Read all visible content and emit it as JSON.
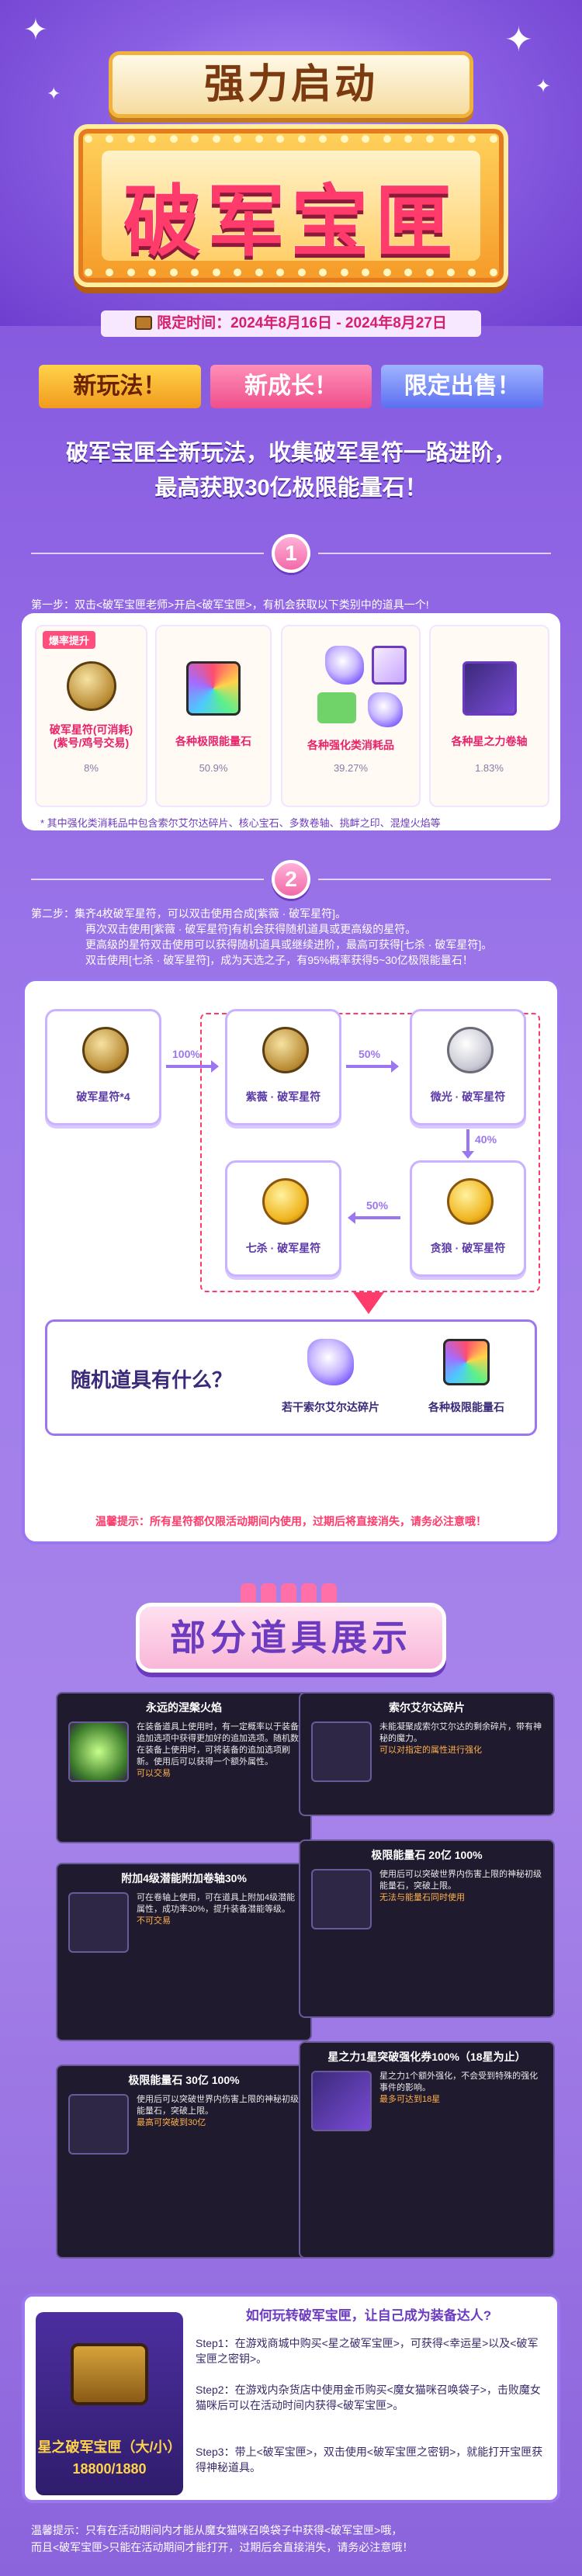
{
  "hero": {
    "subtitle": "强力启动",
    "title": "破军宝匣",
    "date": "限定时间：2024年8月16日 - 2024年8月27日"
  },
  "tags": [
    "新玩法！",
    "新成长！",
    "限定出售！"
  ],
  "intro": {
    "line1": "破军宝匣全新玩法，收集破军星符一路进阶，",
    "line2": "最高获取30亿极限能量石！"
  },
  "step1": {
    "num": "1",
    "text": "第一步：双击<破军宝匣老师>开启<破军宝匣>，有机会获取以下类别中的道具一个!",
    "ribbon": "爆率提升",
    "cards": [
      {
        "name": "破军星符(可消耗)\n(紫号/鸡号交易)",
        "pct": "8%"
      },
      {
        "name": "各种极限能量石",
        "pct": "50.9%"
      },
      {
        "name": "各种强化类消耗品",
        "pct": "39.27%"
      },
      {
        "name": "各种星之力卷轴",
        "pct": "1.83%"
      }
    ],
    "note": "* 其中强化类消耗品中包含索尔艾尔达碎片、核心宝石、多数卷轴、挑衅之印、混煌火焰等"
  },
  "step2": {
    "num": "2",
    "text1": "第二步：集齐4枚破军星符，可以双击使用合成[紫薇 · 破军星符]。",
    "text2": "再次双击使用[紫薇 · 破军星符]有机会获得随机道具或更高级的星符。",
    "text3": "更高级的星符双击使用可以获得随机道具或继续进阶，最高可获得[七杀 · 破军星符]。",
    "text4": "双击使用[七杀 · 破军星符]，成为天选之子，有95%概率获得5~30亿极限能量石！",
    "nodes": [
      "破军星符*4",
      "紫薇 · 破军星符",
      "微光 · 破军星符",
      "贪狼 · 破军星符",
      "七杀 · 破军星符"
    ],
    "rates": [
      "100%",
      "50%",
      "40%",
      "50%"
    ],
    "random_title": "随机道具有什么？",
    "random_items": [
      "若干索尔艾尔达碎片",
      "各种极限能量石"
    ],
    "warning": "温馨提示：所有星符都仅限活动期间内使用，过期后将直接消失，请务必注意哦！"
  },
  "section_title": "部分道具展示",
  "items": [
    {
      "title": "永远的涅槃火焰",
      "desc": "在装备道具上使用时，有一定概率以于装备追加选项中获得更加好的追加选项。随机数在装备上使用时，可将装备的追加选项刷新。使用后可以获得一个额外属性。",
      "extra": "可以交易"
    },
    {
      "title": "索尔艾尔达碎片",
      "desc": "未能凝聚成索尔艾尔达的剩余碎片，带有神秘的魔力。",
      "extra": "可以对指定的属性进行强化"
    },
    {
      "title": "附加4级潜能附加卷轴30%",
      "desc": "可在卷轴上使用，可在道具上附加4级潜能属性，成功率30%，提升装备潜能等级。",
      "extra": "不可交易"
    },
    {
      "title": "极限能量石 20亿 100%",
      "desc": "使用后可以突破世界内伤害上限的神秘初级能量石，突破上限。",
      "extra": "无法与能量石同时使用"
    },
    {
      "title": "极限能量石 30亿 100%",
      "desc": "使用后可以突破世界内伤害上限的神秘初级能量石，突破上限。",
      "extra": "最高可突破到30亿"
    },
    {
      "title": "星之力1星突破强化券100%（18星为止）",
      "desc": "星之力1个额外强化，不会受到特殊的强化事件的影响。",
      "extra": "最多可达到18星"
    }
  ],
  "bottom": {
    "question": "如何玩转破军宝匣，让自己成为装备达人?",
    "chest_name": "星之破军宝匣（大/小）",
    "chest_price": "18800/1880",
    "s1": "Step1：在游戏商城中购买<星之破军宝匣>，可获得<幸运星>以及<破军宝匣之密钥>。",
    "s2": "Step2：在游戏内杂货店中使用金币购买<魔女猫咪召唤袋子>，击败魔女猫咪后可以在活动时间内获得<破军宝匣>。",
    "s3": "Step3：带上<破军宝匣>，双击使用<破军宝匣之密钥>，就能打开宝匣获得神秘道具。"
  },
  "tip": {
    "line1": "温馨提示：只有在活动期间内才能从魔女猫咪召唤袋子中获得<破军宝匣>哦，",
    "line2": "而且<破军宝匣>只能在活动期间才能打开，过期后会直接消失，请务必注意哦！"
  }
}
